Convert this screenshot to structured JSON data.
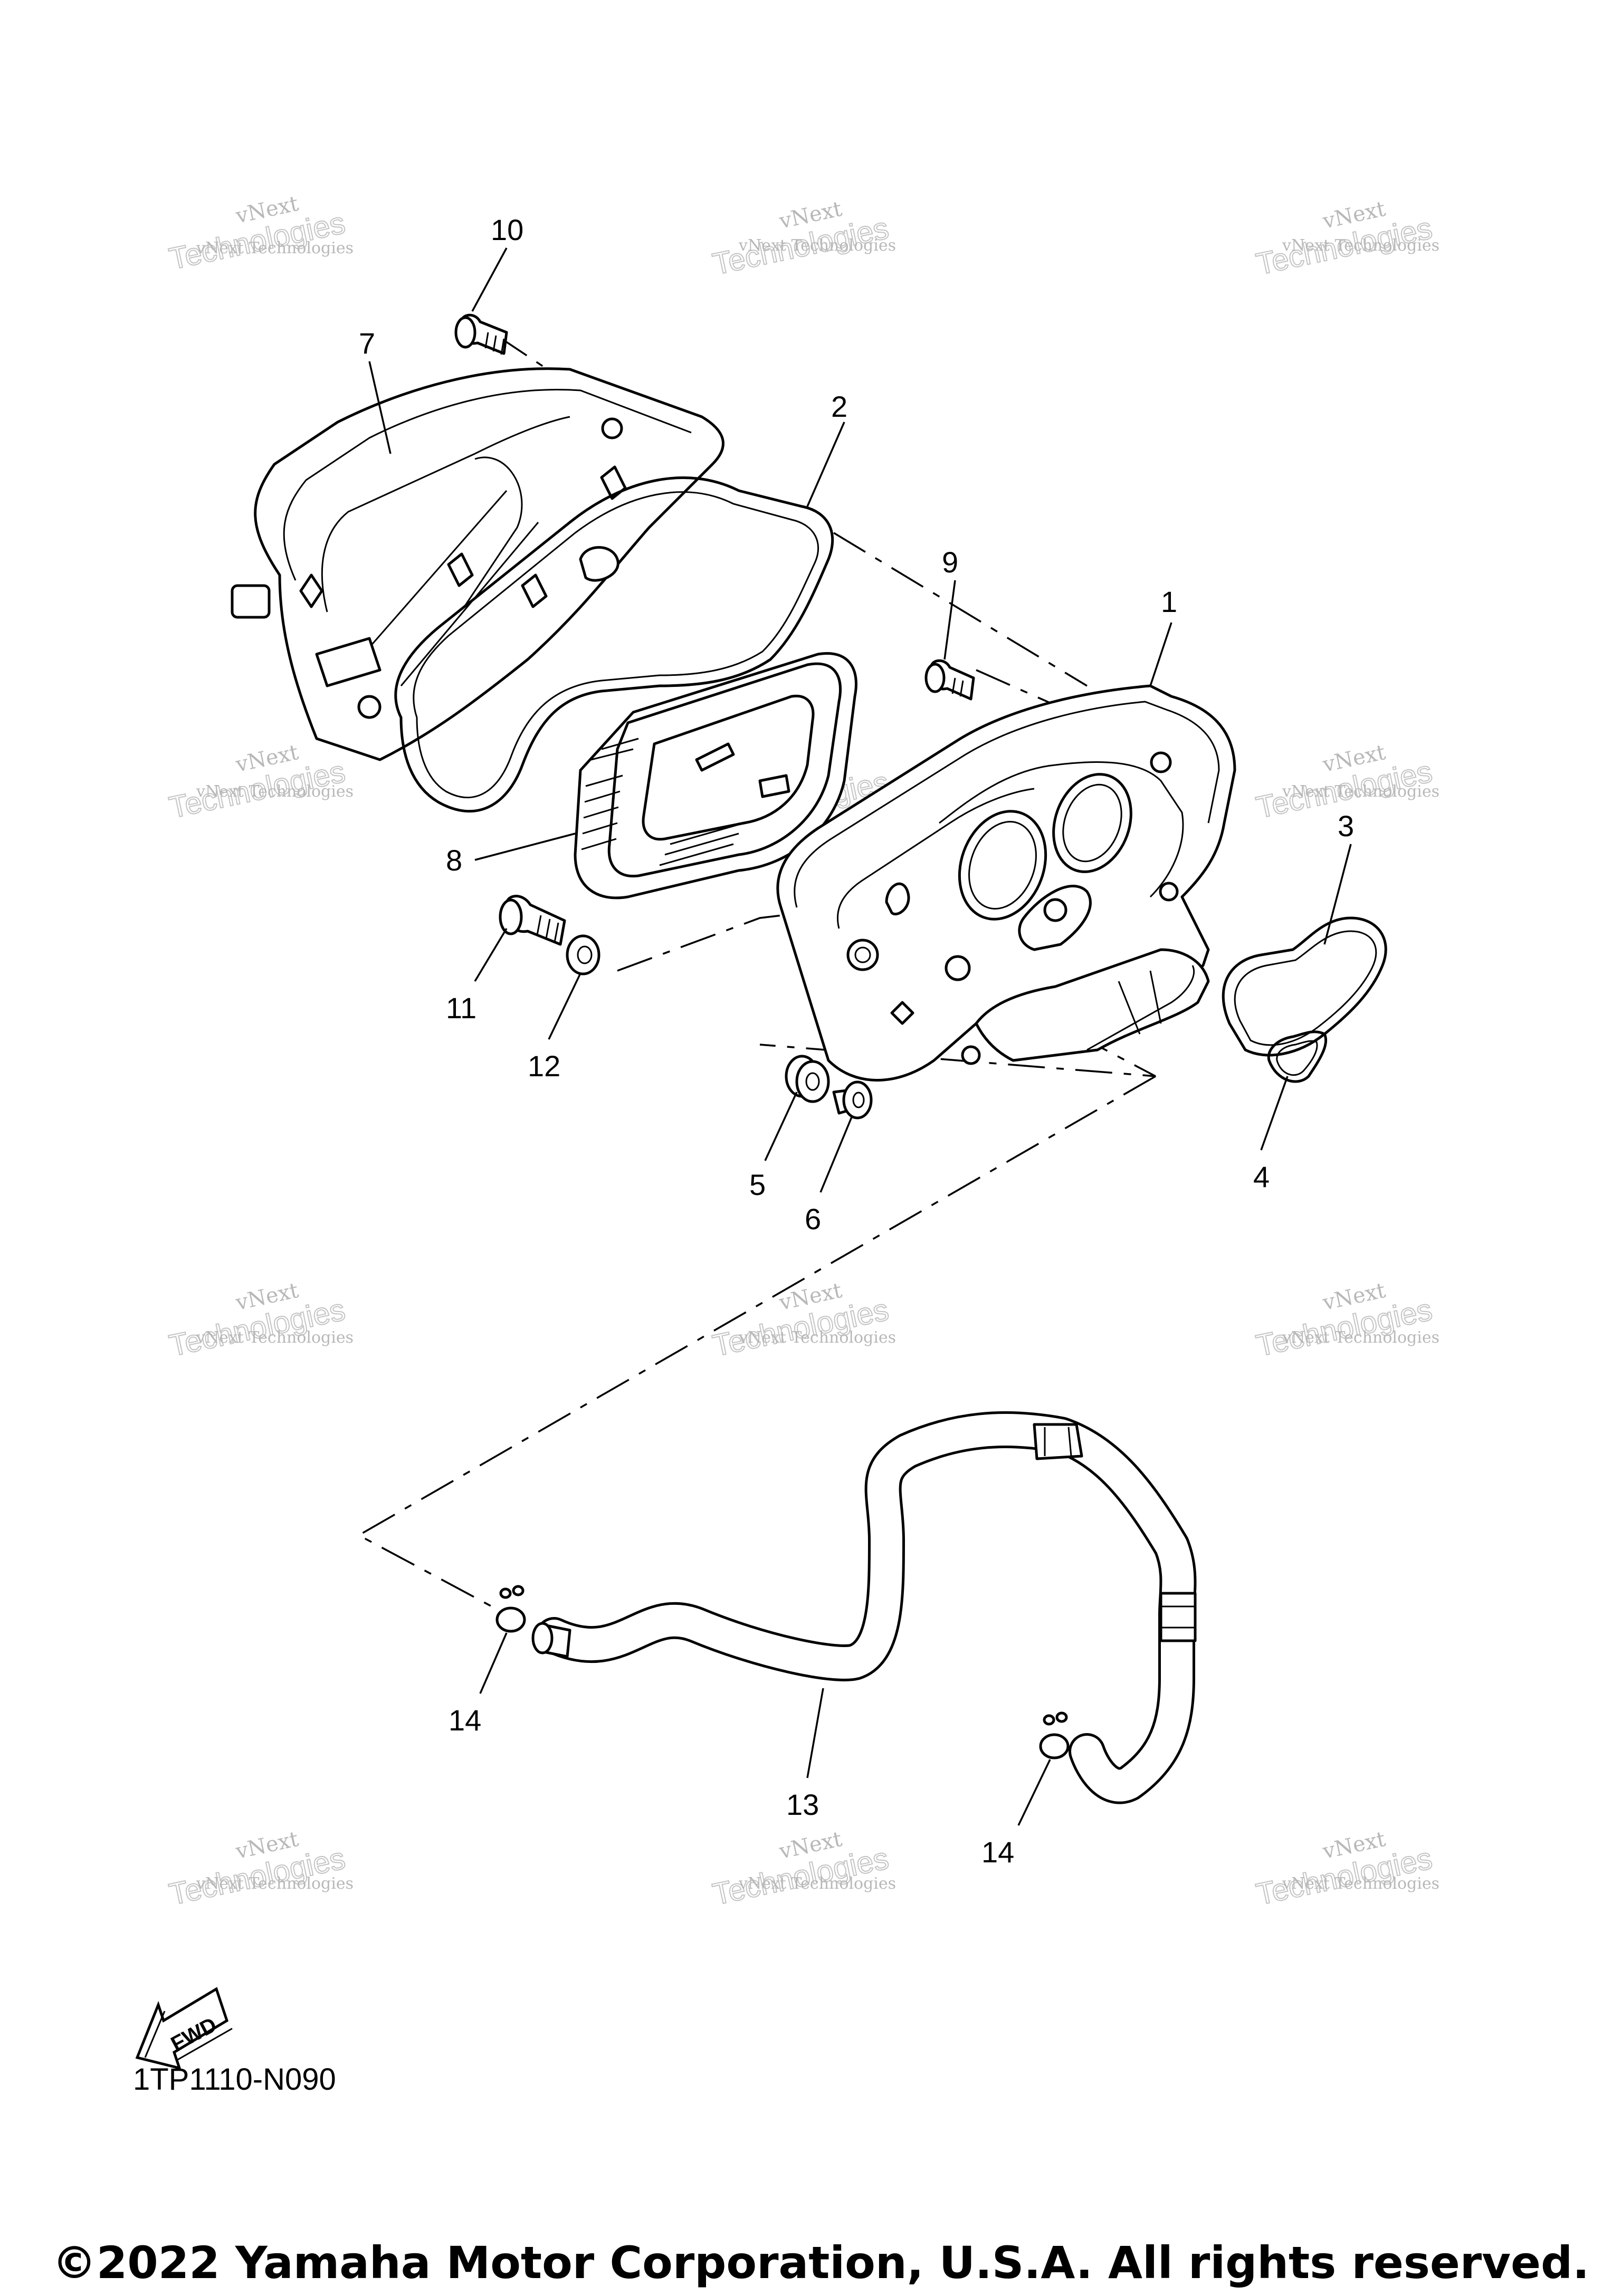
{
  "watermark": {
    "line1": "vNext",
    "line2": "vNext Technologies",
    "line3": "Technologies"
  },
  "callouts": [
    {
      "id": "1",
      "text": "1"
    },
    {
      "id": "2",
      "text": "2"
    },
    {
      "id": "3",
      "text": "3"
    },
    {
      "id": "4",
      "text": "4"
    },
    {
      "id": "5",
      "text": "5"
    },
    {
      "id": "6",
      "text": "6"
    },
    {
      "id": "7",
      "text": "7"
    },
    {
      "id": "8",
      "text": "8"
    },
    {
      "id": "9",
      "text": "9"
    },
    {
      "id": "10",
      "text": "10"
    },
    {
      "id": "11",
      "text": "11"
    },
    {
      "id": "12",
      "text": "12"
    },
    {
      "id": "13",
      "text": "13"
    },
    {
      "id": "14a",
      "text": "14"
    },
    {
      "id": "14b",
      "text": "14"
    }
  ],
  "fwd_label": "FWD",
  "page_code": "1TP1110-N090",
  "copyright": "©2022 Yamaha Motor Corporation, U.S.A. All rights reserved."
}
